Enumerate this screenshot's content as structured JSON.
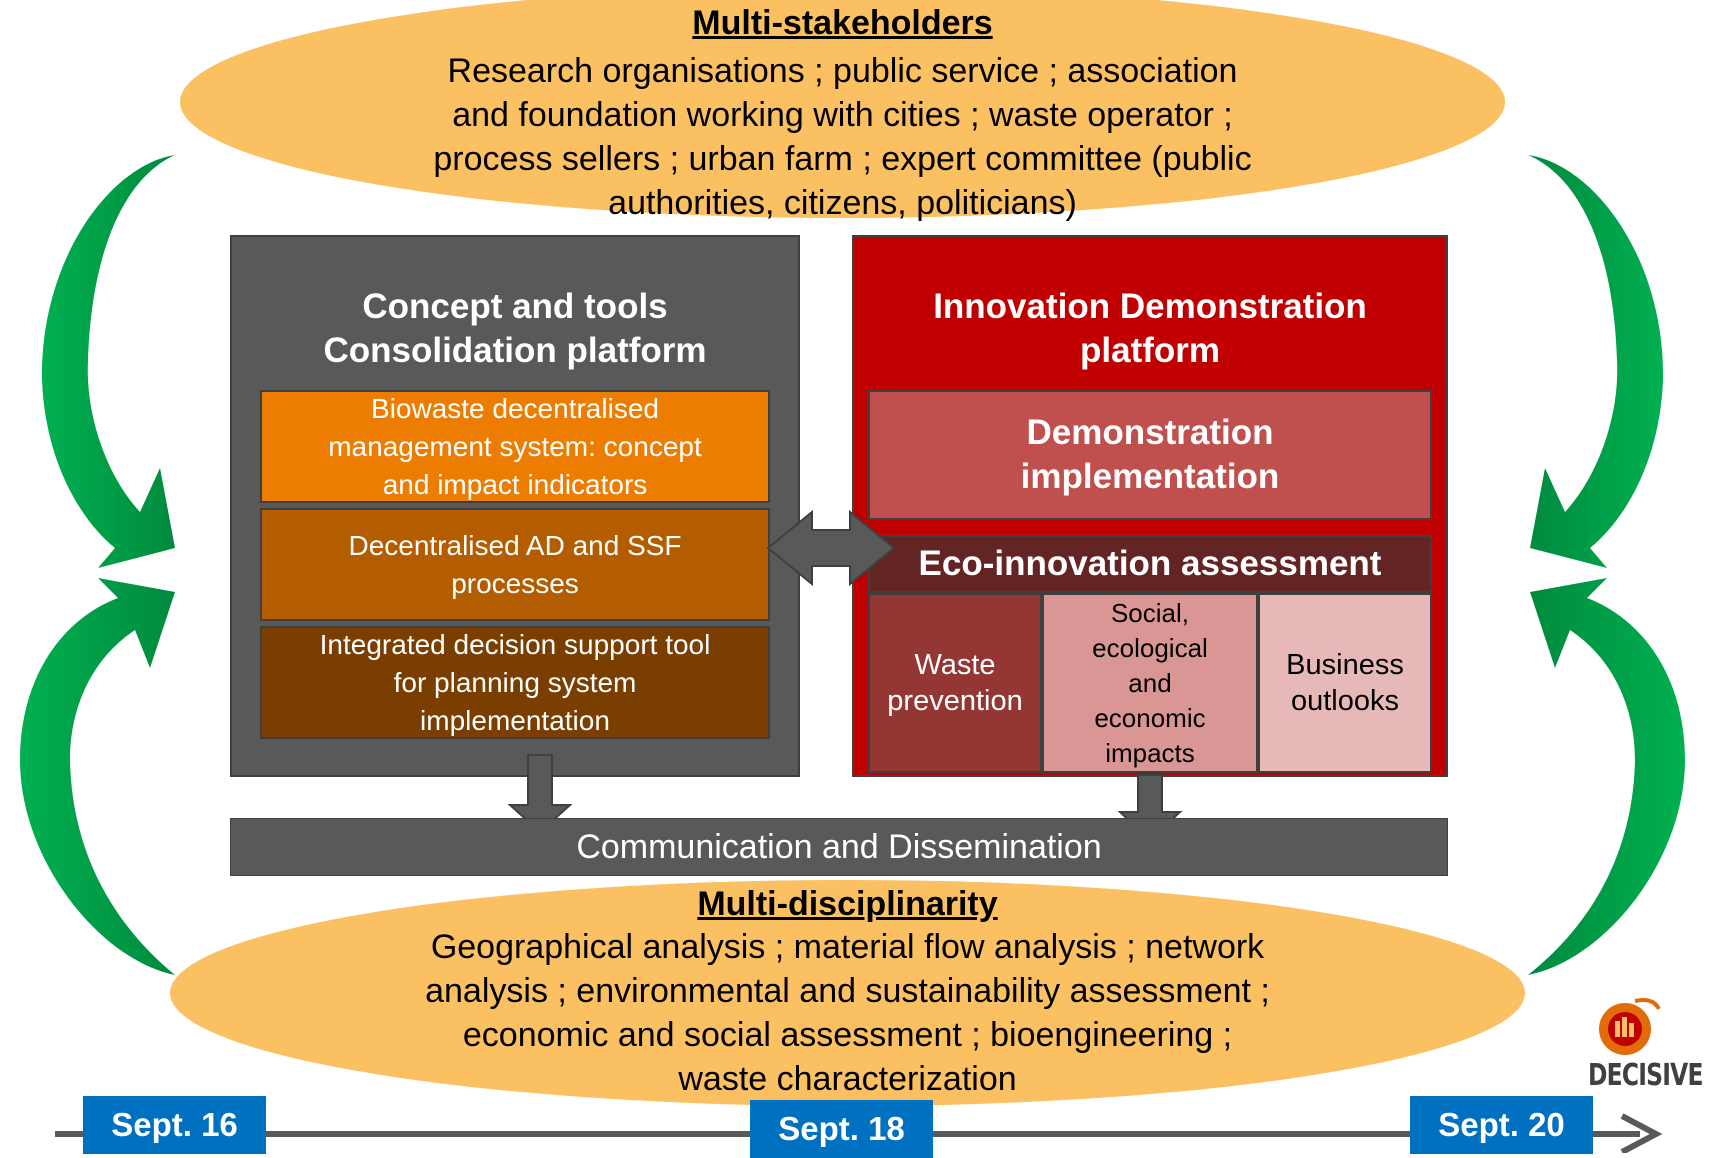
{
  "stakeholders": {
    "title": "Multi-stakeholders",
    "lines": [
      "Research organisations ; public service ; association",
      "and foundation working with cities ; waste operator ;",
      "process sellers ; urban farm ; expert committee (public",
      "authorities, citizens, politicians)"
    ]
  },
  "concept_platform": {
    "title_lines": [
      "Concept and tools",
      "Consolidation platform"
    ],
    "items": [
      {
        "lines": [
          "Biowaste decentralised",
          "management system: concept",
          "and impact indicators"
        ],
        "color": "#ed7d00"
      },
      {
        "lines": [
          "Decentralised AD and SSF",
          "processes"
        ],
        "color": "#b35c00"
      },
      {
        "lines": [
          "Integrated decision support tool",
          "for planning system",
          "implementation"
        ],
        "color": "#7a3e00"
      }
    ]
  },
  "innovation_platform": {
    "title_lines": [
      "Innovation Demonstration",
      "platform"
    ],
    "demonstration_lines": [
      "Demonstration",
      "implementation"
    ],
    "assessment_title": "Eco-innovation assessment",
    "assessment_cells": [
      {
        "lines": [
          "Waste",
          "prevention"
        ],
        "color": "#943634",
        "text_color": "#ffffff"
      },
      {
        "lines": [
          "Social,",
          "ecological",
          "and",
          "economic",
          "impacts"
        ],
        "color": "#d99694",
        "text_color": "#000000"
      },
      {
        "lines": [
          "Business",
          "outlooks"
        ],
        "color": "#e6b9b8",
        "text_color": "#000000"
      }
    ]
  },
  "communication_bar": "Communication and Dissemination",
  "disciplinarity": {
    "title": "Multi-disciplinarity",
    "lines": [
      "Geographical analysis ; material flow analysis ; network",
      "analysis ; environmental and sustainability assessment ;",
      "economic and social assessment ; bioengineering ;",
      "waste characterization"
    ]
  },
  "timeline": {
    "dates": [
      "Sept. 16",
      "Sept. 18",
      "Sept. 20"
    ]
  },
  "logo": {
    "text": "DECISIVE"
  },
  "colors": {
    "ellipse": "#fac062",
    "grey_panel": "#595959",
    "red_panel": "#c00000",
    "green_arrow": "#00a04f",
    "date_box": "#0070c0"
  }
}
